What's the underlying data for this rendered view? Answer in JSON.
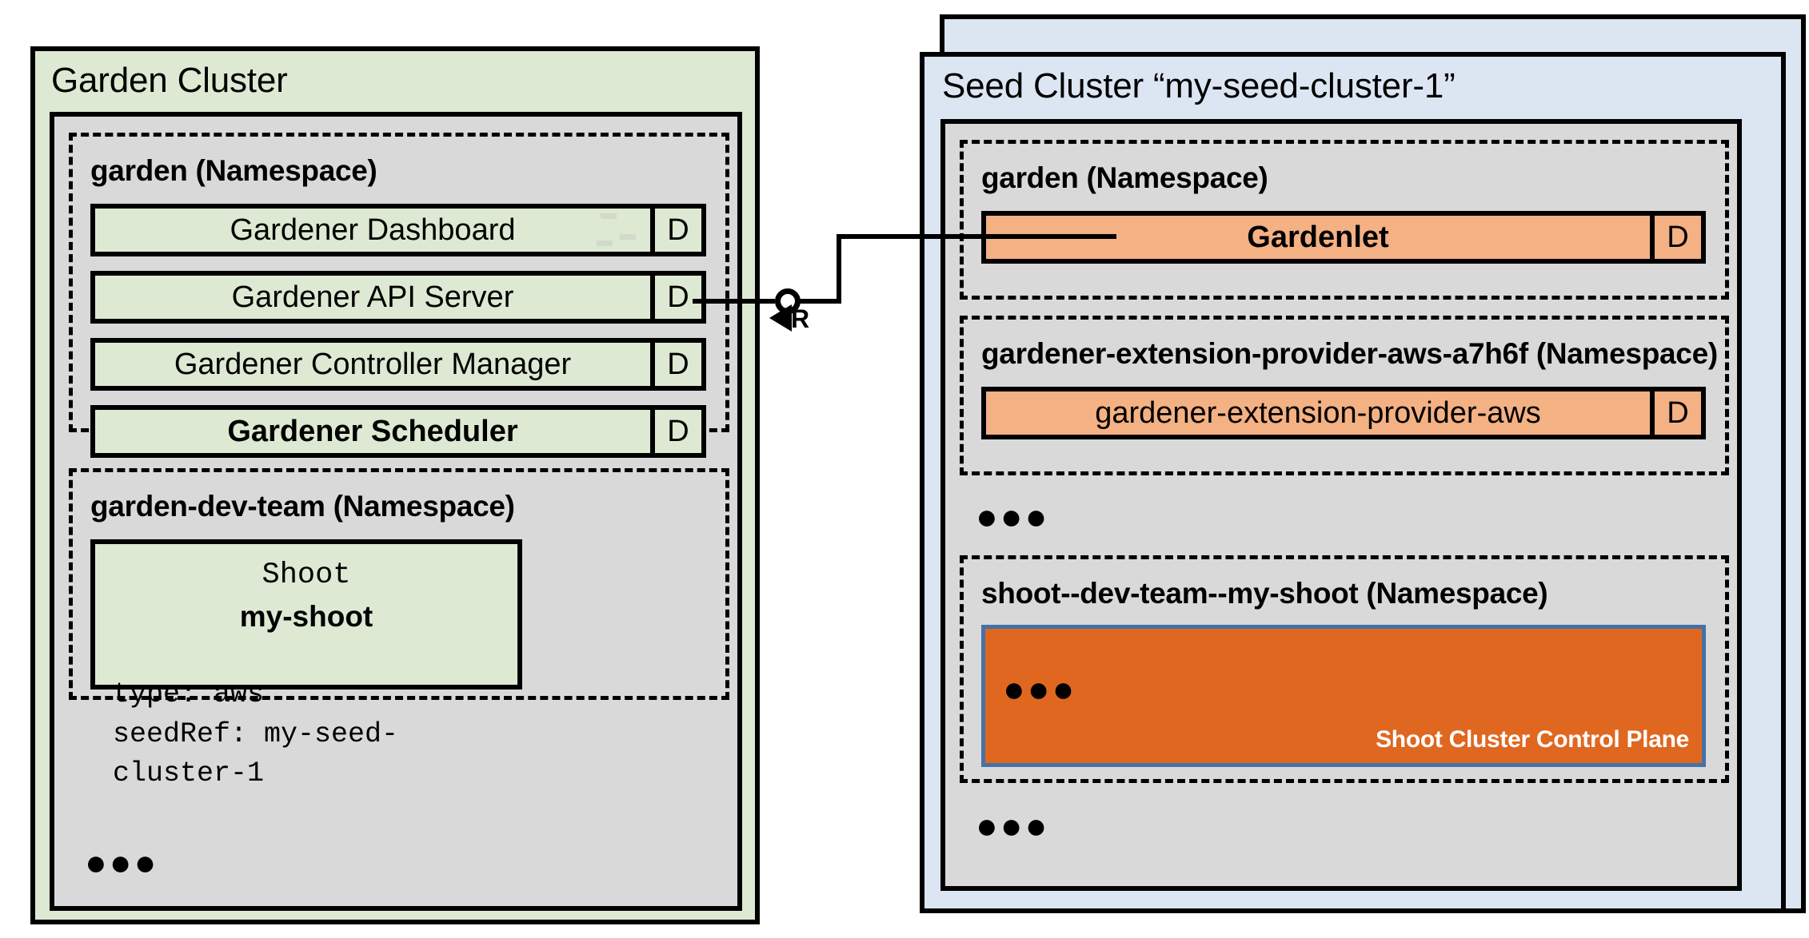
{
  "diagram": {
    "title_garden": "Garden Cluster",
    "title_seed": "Seed Cluster “my-seed-cluster-1”",
    "ellipsis": "●●●"
  },
  "colors": {
    "garden_cluster_bg": "#dde9d2",
    "seed_cluster_bg": "#dce6f2",
    "node_bg": "#d9d9d9",
    "component_green": "#dde9d2",
    "component_orange": "#f4b183",
    "control_plane_fill": "#e0671f",
    "control_plane_border": "#4472a8",
    "stroke": "#000000"
  },
  "garden_cluster": {
    "title": "Garden Cluster",
    "namespaces": [
      {
        "name": "garden (Namespace)",
        "components": [
          {
            "label": "Gardener Dashboard",
            "badge": "D",
            "bold": false
          },
          {
            "label": "Gardener API Server",
            "badge": "D",
            "bold": false
          },
          {
            "label": "Gardener Controller Manager",
            "badge": "D",
            "bold": false
          },
          {
            "label": "Gardener Scheduler",
            "badge": "D",
            "bold": true
          }
        ]
      },
      {
        "name": "garden-dev-team (Namespace)",
        "shoot": {
          "kind": "Shoot",
          "name": "my-shoot",
          "spec_lines": [
            "type: aws",
            "seedRef: my-seed-cluster-1"
          ]
        }
      }
    ],
    "more_indicator": "●●●"
  },
  "seed_cluster": {
    "title": "Seed Cluster “my-seed-cluster-1”",
    "namespaces": [
      {
        "name": "garden (Namespace)",
        "components": [
          {
            "label": "Gardenlet",
            "badge": "D",
            "bold": true
          }
        ]
      },
      {
        "name": "gardener-extension-provider-aws-a7h6f (Namespace)",
        "components": [
          {
            "label": "gardener-extension-provider-aws",
            "badge": "D",
            "bold": false
          }
        ]
      },
      {
        "name": "shoot--dev-team--my-shoot (Namespace)",
        "control_plane": {
          "label": "Shoot Cluster Control Plane",
          "more_indicator": "●●●"
        }
      }
    ],
    "more_indicator_mid": "●●●",
    "more_indicator_bottom": "●●●"
  },
  "connector": {
    "label": "R",
    "from": "Gardener API Server",
    "to": "Gardenlet"
  }
}
